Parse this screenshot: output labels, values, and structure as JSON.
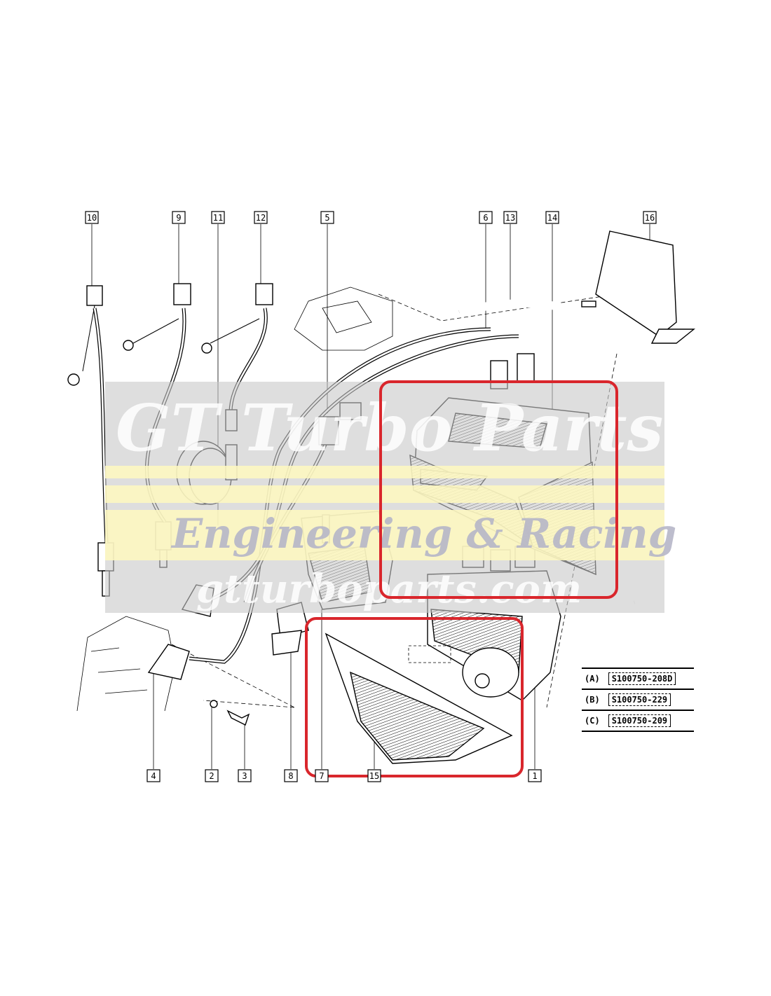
{
  "diagram": {
    "callouts_top": [
      "10",
      "9",
      "11",
      "12",
      "5",
      "6",
      "13",
      "14",
      "16"
    ],
    "callouts_bottom": [
      "4",
      "2",
      "3",
      "8",
      "7",
      "15",
      "1"
    ]
  },
  "watermark": {
    "line1": "GT Turbo Parts",
    "line2": "Engineering & Racing",
    "line3": "gtturboparts.com"
  },
  "reference_table": [
    {
      "label": "(A)",
      "code": "S100750-208D"
    },
    {
      "label": "(B)",
      "code": "S100750-229"
    },
    {
      "label": "(C)",
      "code": "S100750-209"
    }
  ],
  "colors": {
    "highlight": "#d9262c",
    "watermark_band": "#d8d8d8",
    "stripe": "#fff9c0"
  }
}
